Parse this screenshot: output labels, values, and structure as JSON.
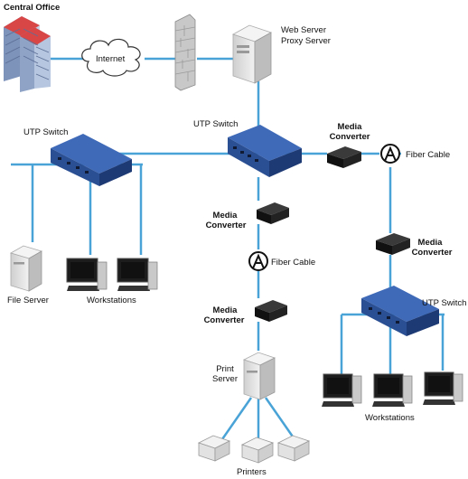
{
  "labels": {
    "central_office": "Central Office",
    "internet": "Internet",
    "web_server_line1": "Web Server",
    "web_server_line2": "Proxy Server",
    "utp_switch_main": "UTP Switch",
    "utp_switch_left": "UTP Switch",
    "utp_switch_right": "UTP Switch",
    "media_converter_line1": "Media",
    "media_converter_line2": "Converter",
    "fiber_cable": "Fiber Cable",
    "file_server": "File Server",
    "workstations": "Workstations",
    "print_server_line1": "Print",
    "print_server_line2": "Server",
    "printers": "Printers"
  },
  "colors": {
    "cable": "#4aa3d6",
    "switch_body": "#2b4f93",
    "switch_top": "#3f6ab8"
  }
}
